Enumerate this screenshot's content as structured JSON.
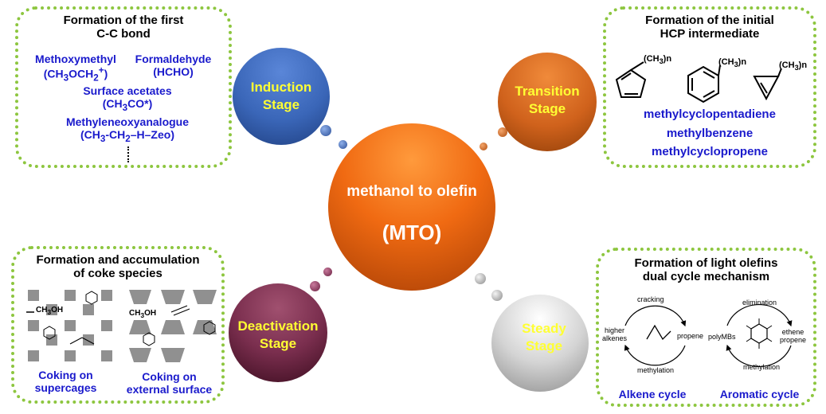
{
  "center": {
    "line1": "methanol to olefin",
    "line2": "(MTO)"
  },
  "stages": {
    "induction": {
      "line1": "Induction",
      "line2": "Stage"
    },
    "transition": {
      "line1": "Transition",
      "line2": "Stage"
    },
    "deactivation": {
      "line1": "Deactivation",
      "line2": "Stage"
    },
    "steady": {
      "line1": "Steady",
      "line2": "Stage"
    }
  },
  "induction_box": {
    "title1": "Formation of the first",
    "title2": "C-C bond",
    "methoxymethyl": "Methoxymethyl",
    "methoxymethyl_formula": "(CH3OCH2+)",
    "formaldehyde": "Formaldehyde",
    "formaldehyde_formula": "(HCHO)",
    "surface_acetates": "Surface acetates",
    "surface_acetates_formula": "(CH3CO*)",
    "methyleneoxy": "Methyleneoxyanalogue",
    "methyleneoxy_formula": "(CH3-CH2–H–Zeo)"
  },
  "transition_box": {
    "title1": "Formation of the initial",
    "title2": "HCP intermediate",
    "substituent": "(CH3)n",
    "items": [
      "methylcyclopentadiene",
      "methylbenzene",
      "methylcyclopropene"
    ]
  },
  "deactivation_box": {
    "title1": "Formation and accumulation",
    "title2": "of coke species",
    "ch3oh": "CH3OH",
    "left_caption1": "Coking on",
    "left_caption2": "supercages",
    "right_caption1": "Coking on",
    "right_caption2": "external surface"
  },
  "steady_box": {
    "title1": "Formation of light olefins",
    "title2": "dual cycle mechanism",
    "alkene_cycle": {
      "top": "cracking",
      "left1": "higher",
      "left2": "alkenes",
      "right": "propene",
      "bottom": "methylation",
      "caption": "Alkene cycle"
    },
    "aromatic_cycle": {
      "top": "elimination",
      "left": "polyMBs",
      "right1": "ethene",
      "right2": "propene",
      "bottom": "methylation",
      "caption": "Aromatic cycle"
    }
  },
  "colors": {
    "center": "#e8600f",
    "induction": "#3a66b8",
    "transition": "#d0621c",
    "deactivation": "#7a2e4e",
    "steady": "#c8c8c8",
    "dotted_border": "#8dc63f",
    "label_blue": "#1a1acc",
    "stage_text": "#ffff33"
  }
}
